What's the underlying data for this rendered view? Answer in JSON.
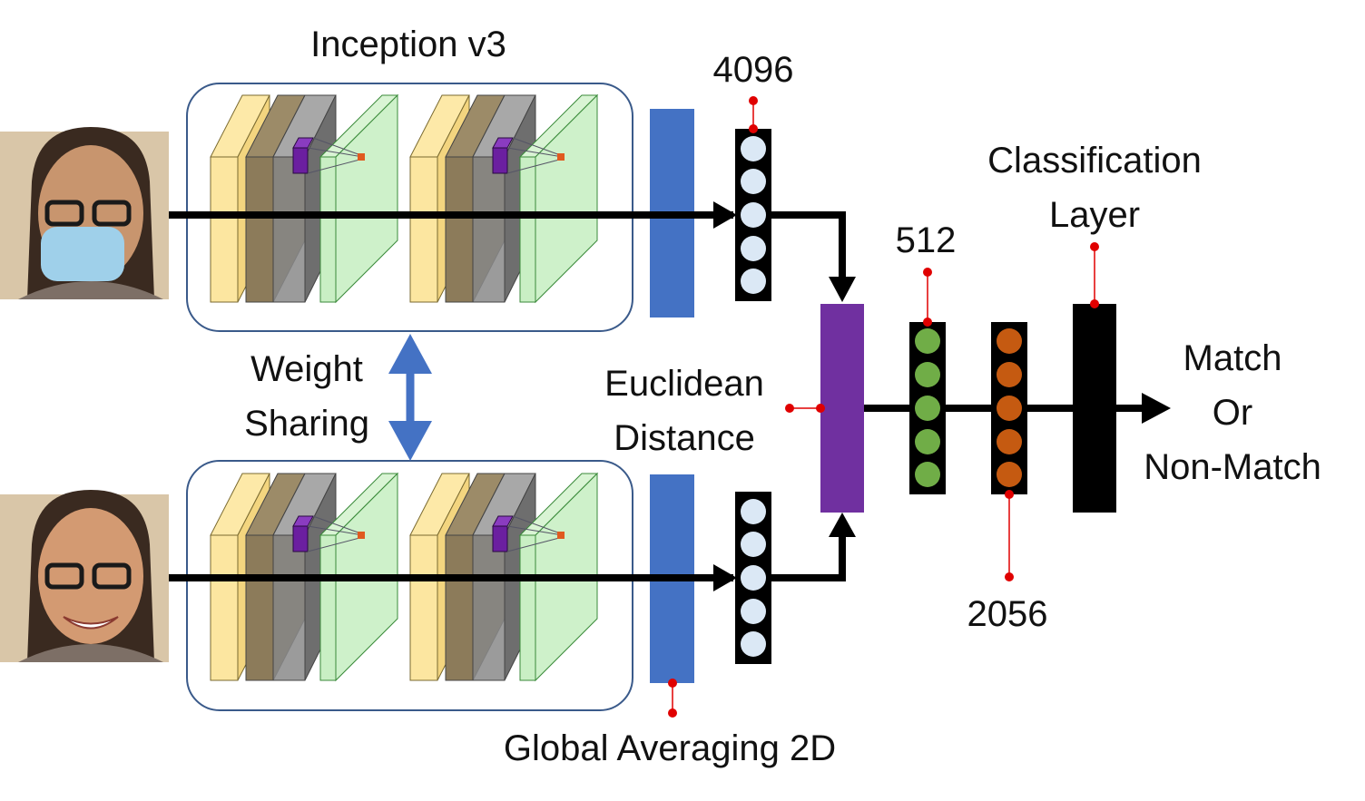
{
  "labels": {
    "inception": "Inception v3",
    "weight_sharing_1": "Weight",
    "weight_sharing_2": "Sharing",
    "euclidean_1": "Euclidean",
    "euclidean_2": "Distance",
    "global_avg": "Global Averaging 2D",
    "classification_1": "Classification",
    "classification_2": "Layer",
    "output_1": "Match",
    "output_2": "Or",
    "output_3": "Non-Match",
    "dim_4096": "4096",
    "dim_512": "512",
    "dim_2056": "2056"
  },
  "colors": {
    "layer_yellow": "#fce6a0",
    "layer_brown": "#8c7b5a",
    "layer_gray": "#8a8a8a",
    "layer_green": "#c9efc4",
    "kernel_purple": "#6b1fa0",
    "pool_blue": "#4472c4",
    "node_light": "#dbe8f5",
    "euclid_purple": "#7030a0",
    "node_green": "#70ad47",
    "node_orange": "#c55a11",
    "pointer_red": "#e00000",
    "weight_arrow": "#4472c4",
    "skin": "#c8956e",
    "hair": "#3a2a20",
    "mask": "#9fd0ea",
    "background_photo": "#d9c6a8"
  }
}
